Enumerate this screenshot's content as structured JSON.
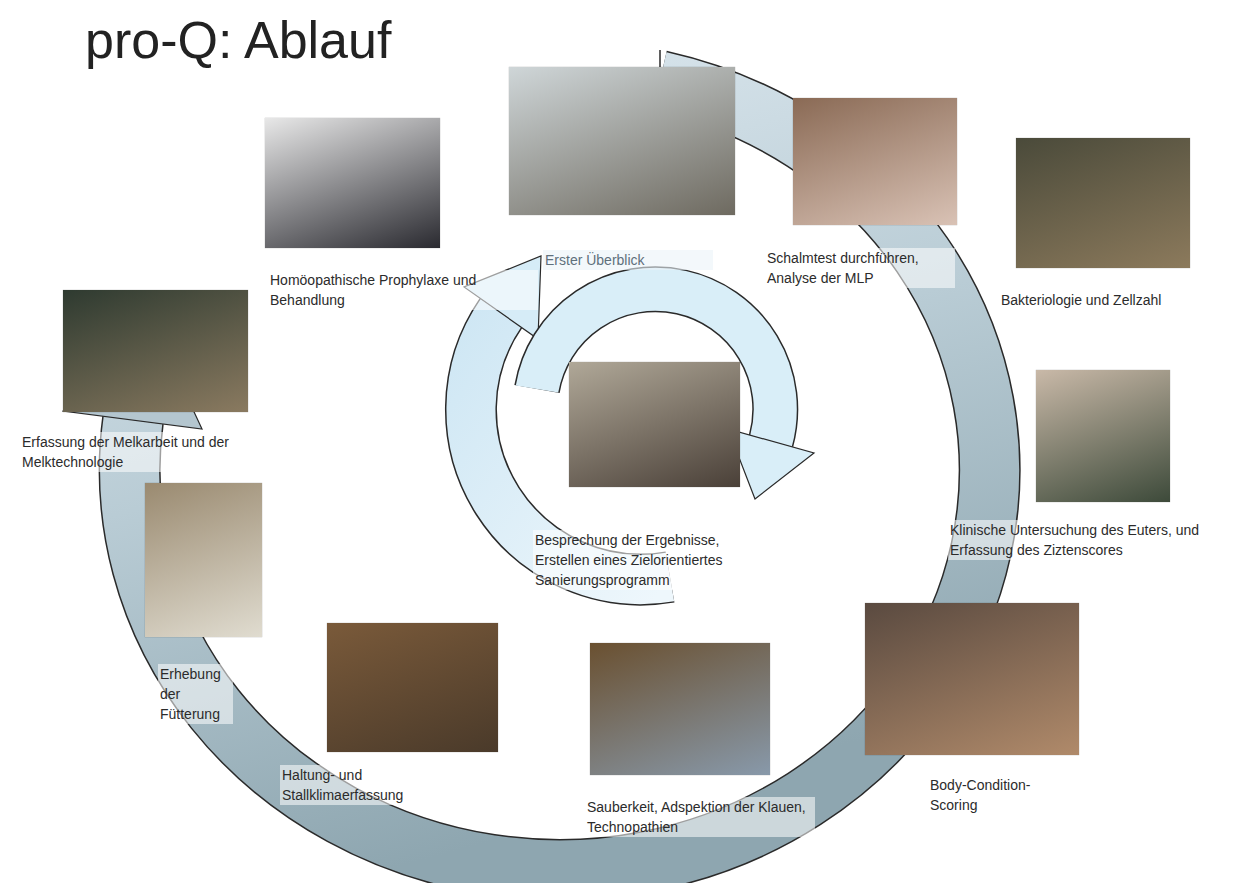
{
  "diagram": {
    "title": "pro-Q: Ablauf",
    "nodes": [
      {
        "text": [
          "Erster Überblick"
        ]
      },
      {
        "text": [
          "Schalmtest durchführen, Analyse der MLP"
        ]
      },
      {
        "text": [
          "Bakteriologie und Zellzahl"
        ]
      },
      {
        "text": [
          "Klinische Untersuchung des Euters, und Erfassung des Ziztenscores"
        ]
      },
      {
        "text": [
          "Body-Condition-Scoring"
        ]
      },
      {
        "text": [
          "Sauberkeit, Adspektion der Klauen, Technopathien"
        ]
      },
      {
        "text": [
          "Haltung- und Stallklimaerfassung"
        ]
      },
      {
        "text": [
          "Erhebung der Fütterung"
        ]
      },
      {
        "text": [
          "Erfassung der Melkarbeit und der Melktechnologie"
        ]
      },
      {
        "text": [
          "Homöopathische Prophylaxe und Behandlung"
        ]
      },
      {
        "text": [
          "Besprechung der Ergebnisse, Erstellen eines Zielorientiertes Sanierungsprogramm"
        ]
      }
    ]
  }
}
